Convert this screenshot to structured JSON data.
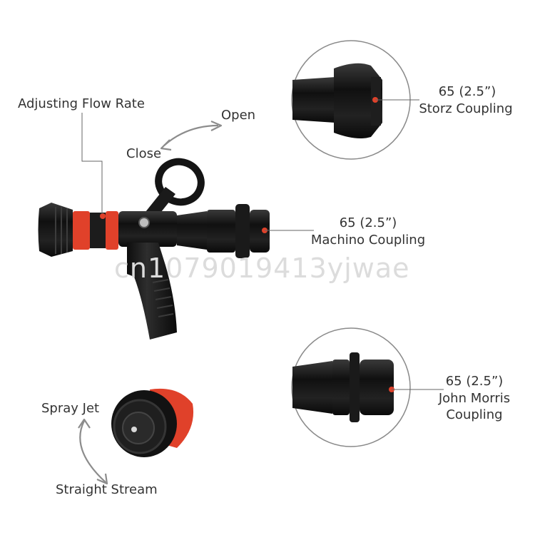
{
  "labels": {
    "adjusting_flow_rate": "Adjusting Flow Rate",
    "open": "Open",
    "close": "Close",
    "storz_size": "65 (2.5”)",
    "storz_name": "Storz Coupling",
    "machino_size": "65 (2.5”)",
    "machino_name": "Machino Coupling",
    "john_morris_size": "65 (2.5”)",
    "john_morris_name_1": "John Morris",
    "john_morris_name_2": "Coupling",
    "spray_jet": "Spray Jet",
    "straight_stream": "Straight Stream"
  },
  "watermark": "cn1079019413yjwae",
  "colors": {
    "nozzle_body": "#141414",
    "accent_red": "#e0412a",
    "leader_line": "#666666",
    "arrow": "#8c8c8c"
  }
}
